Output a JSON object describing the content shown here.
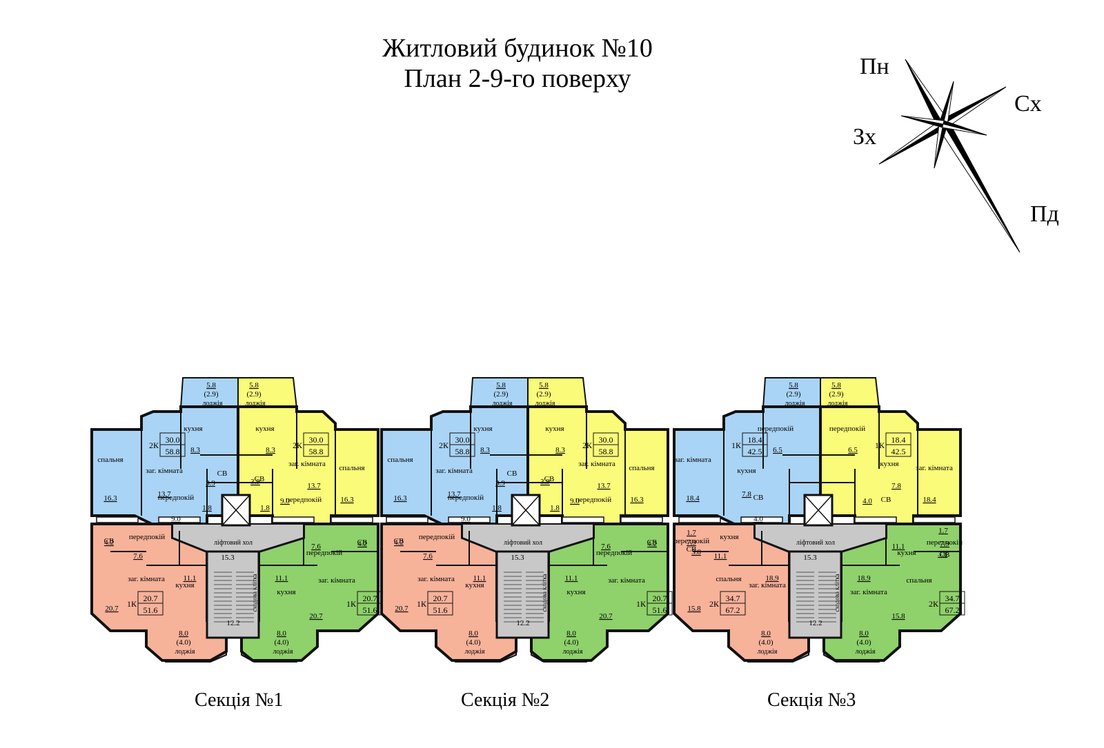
{
  "title": {
    "line1": "Житловий будинок №10",
    "line2": "План 2-9-го поверху"
  },
  "compass": {
    "north": "Пн",
    "east": "Сх",
    "west": "Зх",
    "south": "Пд"
  },
  "colors": {
    "blue": "#a9d4f5",
    "yellow": "#fbfb7a",
    "pink": "#f7b29a",
    "green": "#8fd16b",
    "common": "#c8c8c8",
    "wall": "#111111"
  },
  "common": {
    "lift_hall": "ліфтовий хол",
    "stairs": "сходова клітка",
    "lift_hall_area": "15.3",
    "stairs_area": "12.2"
  },
  "sections": [
    {
      "label": "Секція №1",
      "apartments": [
        {
          "color": "blue",
          "type": "2К",
          "living": "30.0",
          "total": "58.8",
          "rooms": [
            [
              "спальня",
              "16.3"
            ],
            [
              "заг. кімната",
              "13.7"
            ],
            [
              "кухня",
              "8.3"
            ],
            [
              "передпокій",
              "9.0"
            ],
            [
              "СВ",
              "3.9"
            ],
            [
              "",
              "1.8"
            ]
          ],
          "loggia": [
            "5.8",
            "(2.9)",
            "лоджія"
          ]
        },
        {
          "color": "yellow",
          "type": "2К",
          "living": "30.0",
          "total": "58.8",
          "rooms": [
            [
              "спальня",
              "16.3"
            ],
            [
              "заг. кімната",
              "13.7"
            ],
            [
              "кухня",
              "8.3"
            ],
            [
              "передпокій",
              "9.0"
            ],
            [
              "СВ",
              "3.9"
            ],
            [
              "",
              "1.8"
            ]
          ],
          "loggia": [
            "5.8",
            "(2.9)",
            "лоджія"
          ]
        },
        {
          "color": "pink",
          "type": "1К",
          "living": "20.7",
          "total": "51.6",
          "rooms": [
            [
              "заг. кімната",
              "20.7"
            ],
            [
              "кухня",
              "11.1"
            ],
            [
              "передпокій",
              "7.6"
            ],
            [
              "СВ",
              "4.2"
            ]
          ],
          "loggia": [
            "8.0",
            "(4.0)",
            "лоджія"
          ]
        },
        {
          "color": "green",
          "type": "1К",
          "living": "20.7",
          "total": "51.6",
          "rooms": [
            [
              "заг. кімната",
              "20.7"
            ],
            [
              "кухня",
              "11.1"
            ],
            [
              "передпокій",
              "7.6"
            ],
            [
              "СВ",
              "4.2"
            ]
          ],
          "loggia": [
            "8.0",
            "(4.0)",
            "лоджія"
          ]
        }
      ]
    },
    {
      "label": "Секція №2",
      "apartments": [
        {
          "color": "blue",
          "type": "2К",
          "living": "30.0",
          "total": "58.8",
          "rooms": [
            [
              "спальня",
              "16.3"
            ],
            [
              "заг. кімната",
              "13.7"
            ],
            [
              "кухня",
              "8.3"
            ],
            [
              "передпокій",
              "9.0"
            ],
            [
              "СВ",
              "3.9"
            ],
            [
              "",
              "1.8"
            ]
          ],
          "loggia": [
            "5.8",
            "(2.9)",
            "лоджія"
          ]
        },
        {
          "color": "yellow",
          "type": "2К",
          "living": "30.0",
          "total": "58.8",
          "rooms": [
            [
              "спальня",
              "16.3"
            ],
            [
              "заг. кімната",
              "13.7"
            ],
            [
              "кухня",
              "8.3"
            ],
            [
              "передпокій",
              "9.0"
            ],
            [
              "СВ",
              "3.9"
            ],
            [
              "",
              "1.8"
            ]
          ],
          "loggia": [
            "5.8",
            "(2.9)",
            "лоджія"
          ]
        },
        {
          "color": "pink",
          "type": "1К",
          "living": "20.7",
          "total": "51.6",
          "rooms": [
            [
              "заг. кімната",
              "20.7"
            ],
            [
              "кухня",
              "11.1"
            ],
            [
              "передпокій",
              "7.6"
            ],
            [
              "СВ",
              "4.2"
            ]
          ],
          "loggia": [
            "8.0",
            "(4.0)",
            "лоджія"
          ]
        },
        {
          "color": "green",
          "type": "1К",
          "living": "20.7",
          "total": "51.6",
          "rooms": [
            [
              "заг. кімната",
              "20.7"
            ],
            [
              "кухня",
              "11.1"
            ],
            [
              "передпокій",
              "7.6"
            ],
            [
              "СВ",
              "4.2"
            ]
          ],
          "loggia": [
            "8.0",
            "(4.0)",
            "лоджія"
          ]
        }
      ]
    },
    {
      "label": "Секція №3",
      "apartments": [
        {
          "color": "blue",
          "type": "1К",
          "living": "18.4",
          "total": "42.5",
          "rooms": [
            [
              "заг. кімната",
              "18.4"
            ],
            [
              "кухня",
              "7.8"
            ],
            [
              "передпокій",
              "6.5"
            ],
            [
              "СВ",
              "4.0"
            ]
          ],
          "loggia": [
            "5.8",
            "(2.9)",
            "лоджія"
          ]
        },
        {
          "color": "yellow",
          "type": "1К",
          "living": "18.4",
          "total": "42.5",
          "rooms": [
            [
              "заг. кімната",
              "18.4"
            ],
            [
              "кухня",
              "7.8"
            ],
            [
              "передпокій",
              "6.5"
            ],
            [
              "СВ",
              "4.0"
            ]
          ],
          "loggia": [
            "5.8",
            "(2.9)",
            "лоджія"
          ]
        },
        {
          "color": "pink",
          "type": "2К",
          "living": "34.7",
          "total": "67.2",
          "rooms": [
            [
              "спальня",
              "15.8"
            ],
            [
              "заг. кімната",
              "18.9"
            ],
            [
              "кухня",
              "11.1"
            ],
            [
              "передпокій",
              "7.9"
            ],
            [
              "СВ",
              "3.8"
            ],
            [
              "",
              "1.7"
            ]
          ],
          "loggia": [
            "8.0",
            "(4.0)",
            "лоджія"
          ]
        },
        {
          "color": "green",
          "type": "2К",
          "living": "34.7",
          "total": "67.2",
          "rooms": [
            [
              "спальня",
              "15.8"
            ],
            [
              "заг. кімната",
              "18.9"
            ],
            [
              "кухня",
              "11.1"
            ],
            [
              "передпокій",
              "7.9"
            ],
            [
              "СВ",
              "3.8"
            ],
            [
              "",
              "1.7"
            ]
          ],
          "loggia": [
            "8.0",
            "(4.0)",
            "лоджія"
          ]
        }
      ]
    }
  ]
}
